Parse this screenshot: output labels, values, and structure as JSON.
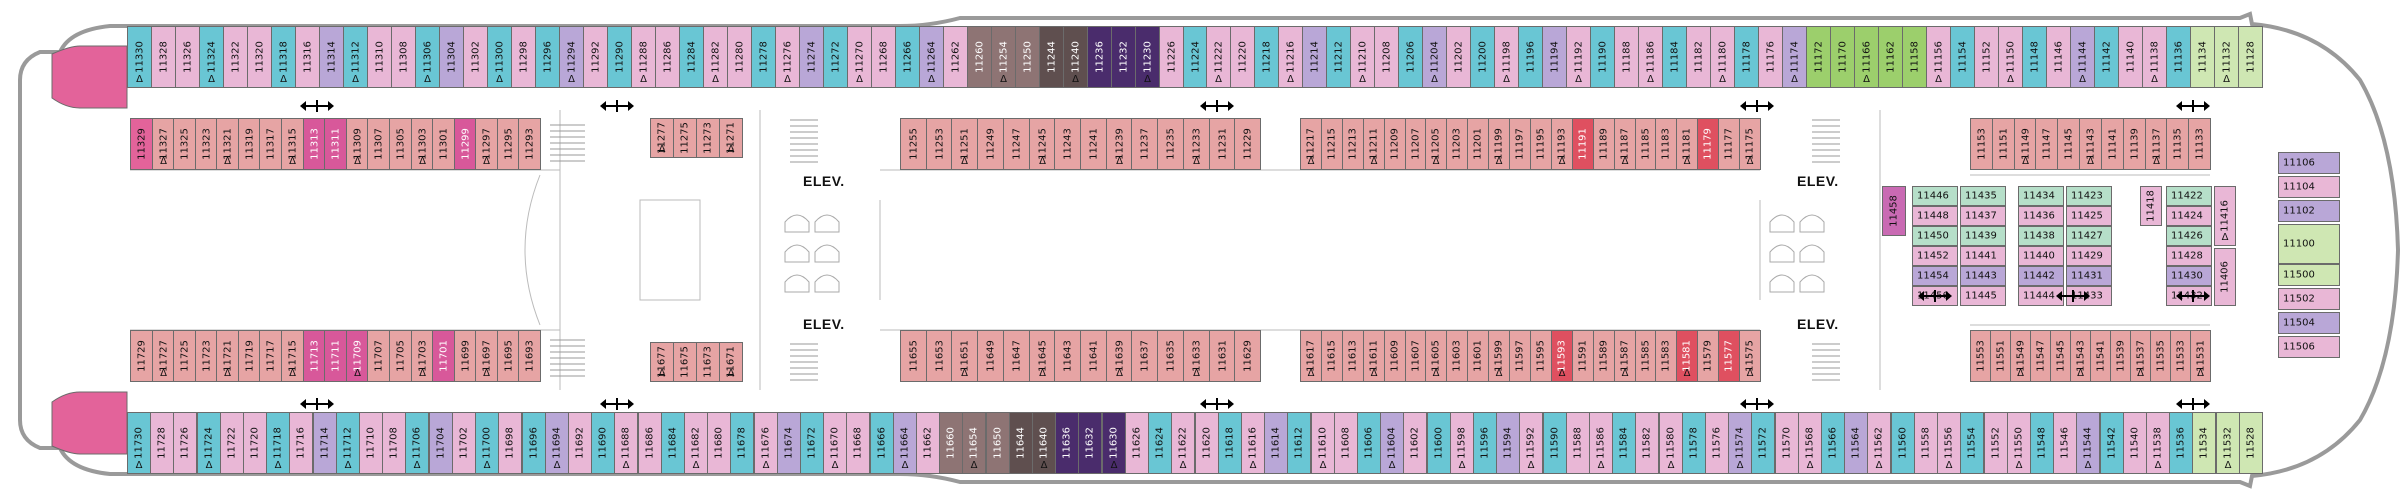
{
  "colors": {
    "pink": "#e9b7d6",
    "blue": "#69c6d4",
    "lavender": "#b9a7d7",
    "salmon": "#e6a4a4",
    "hotpink": "#d8589a",
    "magenta": "#c96ab3",
    "red": "#df5060",
    "taupe": "#8e7474",
    "brown": "#5f4f4f",
    "purple": "#4a2c6c",
    "lime": "#9ccf6c",
    "palegreen": "#cfe7b3",
    "mint": "#b6dfc9",
    "stern": "#e3639a",
    "hull": "#9a9a9a"
  },
  "labels": {
    "elevator": "ELEV."
  },
  "cabins": {
    "top_outer": [
      "11330",
      "11328",
      "11326",
      "11324",
      "11322",
      "11320",
      "11318",
      "11316",
      "11314",
      "11312",
      "11310",
      "11308",
      "11306",
      "11304",
      "11302",
      "11300",
      "11298",
      "11296",
      "11294",
      "11292",
      "11290",
      "11288",
      "11286",
      "11284",
      "11282",
      "11280",
      "11278",
      "11276",
      "11274",
      "11272",
      "11270",
      "11268",
      "11266",
      "11264",
      "11262",
      "11260",
      "11254",
      "11250",
      "11244",
      "11240",
      "11236",
      "11232",
      "11230",
      "11226",
      "11224",
      "11222",
      "11220",
      "11218",
      "11216",
      "11214",
      "11212",
      "11210",
      "11208",
      "11206",
      "11204",
      "11202",
      "11200",
      "11198",
      "11196",
      "11194",
      "11192",
      "11190",
      "11188",
      "11186",
      "11184",
      "11182",
      "11180",
      "11178",
      "11176",
      "11174",
      "11172",
      "11170",
      "11166",
      "11162",
      "11158",
      "11156",
      "11154",
      "11152",
      "11150",
      "11148",
      "11146",
      "11144",
      "11142",
      "11140",
      "11138",
      "11136",
      "11134",
      "11132",
      "11128"
    ],
    "top_inner_a": [
      "11329",
      "11327",
      "11325",
      "11323",
      "11321",
      "11319",
      "11317",
      "11315",
      "11313",
      "11311",
      "11309",
      "11307",
      "11305",
      "11303",
      "11301",
      "11299",
      "11297",
      "11295",
      "11293"
    ],
    "top_inner_b": [
      "11277",
      "11275",
      "11273",
      "11271"
    ],
    "top_inner_c": [
      "11255",
      "11253",
      "11251",
      "11249",
      "11247",
      "11245",
      "11243",
      "11241",
      "11239",
      "11237",
      "11235",
      "11233",
      "11231",
      "11229"
    ],
    "top_inner_d": [
      "11217",
      "11215",
      "11213",
      "11211",
      "11209",
      "11207",
      "11205",
      "11203",
      "11201",
      "11199",
      "11197",
      "11195",
      "11193",
      "11191",
      "11189",
      "11187",
      "11185",
      "11183",
      "11181",
      "11179",
      "11177",
      "11175"
    ],
    "top_inner_e": [
      "11153",
      "11151",
      "11149",
      "11147",
      "11145",
      "11143",
      "11141",
      "11139",
      "11137",
      "11135",
      "11133"
    ],
    "bot_outer": [
      "11730",
      "11728",
      "11726",
      "11724",
      "11722",
      "11720",
      "11718",
      "11716",
      "11714",
      "11712",
      "11710",
      "11708",
      "11706",
      "11704",
      "11702",
      "11700",
      "11698",
      "11696",
      "11694",
      "11692",
      "11690",
      "11688",
      "11686",
      "11684",
      "11682",
      "11680",
      "11678",
      "11676",
      "11674",
      "11672",
      "11670",
      "11668",
      "11666",
      "11664",
      "11662",
      "11660",
      "11654",
      "11650",
      "11644",
      "11640",
      "11636",
      "11632",
      "11630",
      "11626",
      "11624",
      "11622",
      "11620",
      "11618",
      "11616",
      "11614",
      "11612",
      "11610",
      "11608",
      "11606",
      "11604",
      "11602",
      "11600",
      "11598",
      "11596",
      "11594",
      "11592",
      "11590",
      "11588",
      "11586",
      "11584",
      "11582",
      "11580",
      "11578",
      "11576",
      "11574",
      "11572",
      "11570",
      "11568",
      "11566",
      "11564",
      "11562",
      "11560",
      "11558",
      "11556",
      "11554",
      "11552",
      "11550",
      "11548",
      "11546",
      "11544",
      "11542",
      "11540",
      "11538",
      "11536",
      "11534",
      "11532",
      "11528"
    ],
    "bot_inner_a": [
      "11729",
      "11727",
      "11725",
      "11723",
      "11721",
      "11719",
      "11717",
      "11715",
      "11713",
      "11711",
      "11709",
      "11707",
      "11705",
      "11703",
      "11701",
      "11699",
      "11697",
      "11695",
      "11693"
    ],
    "bot_inner_b": [
      "11677",
      "11675",
      "11673",
      "11671"
    ],
    "bot_inner_c": [
      "11655",
      "11653",
      "11651",
      "11649",
      "11647",
      "11645",
      "11643",
      "11641",
      "11639",
      "11637",
      "11635",
      "11633",
      "11631",
      "11629"
    ],
    "bot_inner_d": [
      "11617",
      "11615",
      "11613",
      "11611",
      "11609",
      "11607",
      "11605",
      "11603",
      "11601",
      "11599",
      "11597",
      "11595",
      "11593",
      "11591",
      "11589",
      "11587",
      "11585",
      "11583",
      "11581",
      "11579",
      "11577",
      "11575"
    ],
    "bot_inner_e": [
      "11553",
      "11551",
      "11549",
      "11547",
      "11545",
      "11543",
      "11541",
      "11539",
      "11537",
      "11535",
      "11533",
      "11531"
    ],
    "mid_left": [
      "11446",
      "11448",
      "11450",
      "11452",
      "11454",
      "11456"
    ],
    "mid_left2": [
      "11435",
      "11437",
      "11439",
      "11441",
      "11443",
      "11445"
    ],
    "mid_right": [
      "11434",
      "11436",
      "11438",
      "11440",
      "11442",
      "11444"
    ],
    "mid_right2": [
      "11423",
      "11425",
      "11427",
      "11429",
      "11431",
      "11433"
    ],
    "mid_far": [
      "11422",
      "11424",
      "11426",
      "11428",
      "11430",
      "11432"
    ],
    "mid_side_a": "11458",
    "mid_side_b": "11418",
    "mid_side_c": "11416",
    "mid_side_d": "11406",
    "bow": [
      "11106",
      "11104",
      "11102",
      "11100",
      "11500",
      "11502",
      "11504",
      "11506"
    ]
  }
}
